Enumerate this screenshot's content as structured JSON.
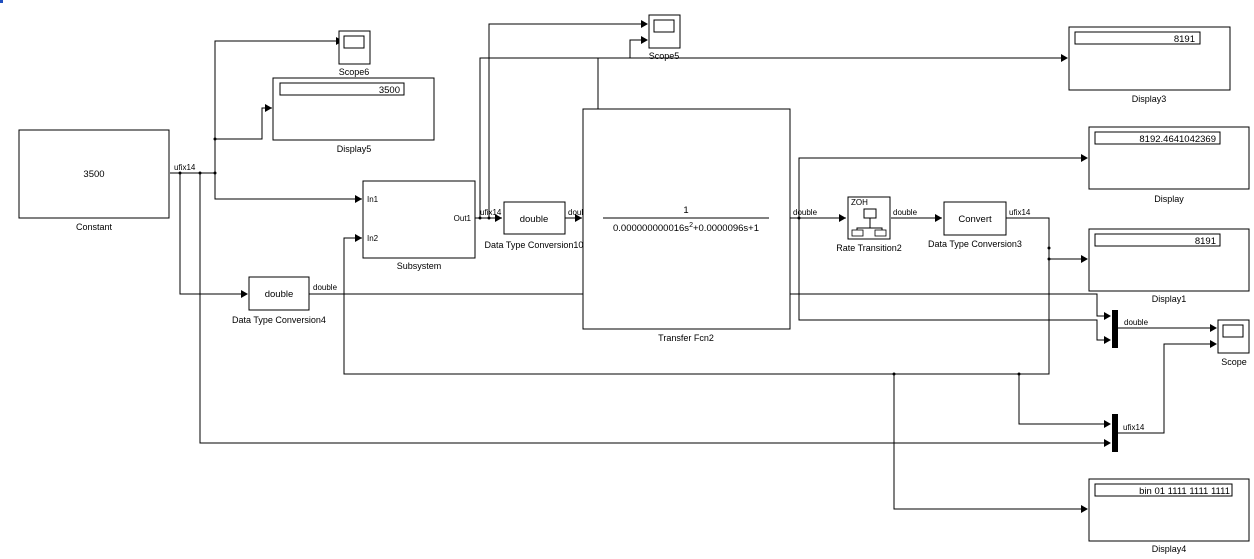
{
  "blocks": {
    "constant": {
      "name": "Constant",
      "value": "3500",
      "out_type": "ufix14"
    },
    "scope6": {
      "name": "Scope6"
    },
    "scope5": {
      "name": "Scope5"
    },
    "scope": {
      "name": "Scope"
    },
    "display5": {
      "name": "Display5",
      "value": "3500"
    },
    "display3": {
      "name": "Display3",
      "value": "8191"
    },
    "display": {
      "name": "Display",
      "value": "8192.4641042369"
    },
    "display1": {
      "name": "Display1",
      "value": "8191"
    },
    "display4": {
      "name": "Display4",
      "value": "bin 01 1111 1111 1111"
    },
    "subsystem": {
      "name": "Subsystem",
      "in1": "In1",
      "in2": "In2",
      "out1": "Out1"
    },
    "dtc10": {
      "name": "Data Type Conversion10",
      "label": "double"
    },
    "dtc4": {
      "name": "Data Type Conversion4",
      "label": "double"
    },
    "dtc3": {
      "name": "Data Type Conversion3",
      "label": "Convert"
    },
    "tf2": {
      "name": "Transfer Fcn2",
      "numerator": "1",
      "den_part1": "0.000000000016s",
      "den_exp": "2",
      "den_part2": "+0.0000096s+1"
    },
    "rt2": {
      "name": "Rate Transition2",
      "label": "ZOH"
    }
  },
  "signals": {
    "ufix14_a": "ufix14",
    "ufix14_b": "ufix14",
    "ufix14_c": "ufix14",
    "ufix14_d": "ufix14",
    "double_a": "double",
    "double_b": "double",
    "double_c": "double",
    "double_d": "double",
    "double_e": "double"
  }
}
